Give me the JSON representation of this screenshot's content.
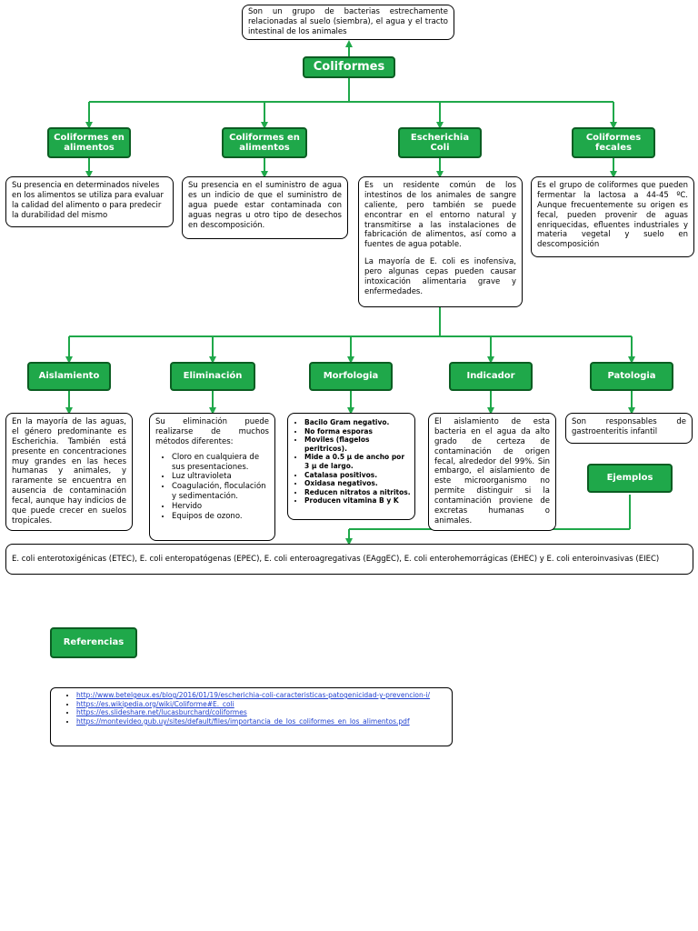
{
  "root": {
    "definition": "Son un grupo de bacterias estrechamente relacionadas al suelo (siembra), el agua y el tracto intestinal de los animales",
    "title": "Coliformes"
  },
  "level1": [
    {
      "title": "Coliformes en alimentos",
      "text": "Su presencia en determinados niveles en los alimentos se utiliza para evaluar la calidad del alimento o para predecir la durabilidad del mismo"
    },
    {
      "title": "Coliformes en alimentos",
      "text": "Su presencia en el suministro de agua es un indicio de que el suministro de agua puede estar contaminada con aguas negras u otro tipo de desechos en descomposición."
    },
    {
      "title": "Escherichia Coli",
      "text1": "Es un residente común de los intestinos de los animales de sangre caliente, pero también se puede encontrar en el entorno natural y transmitirse a las instalaciones de fabricación de alimentos, así como a fuentes de agua potable.",
      "text2": "La mayoría de E. coli es inofensiva, pero algunas cepas pueden causar intoxicación alimentaria grave y enfermedades."
    },
    {
      "title": "Coliformes fecales",
      "text": "Es el grupo de coliformes que pueden fermentar la lactosa a 44-45 ºC. Aunque frecuentemente su origen es fecal, pueden provenir de aguas enriquecidas, efluentes industriales y materia vegetal y suelo en descomposición"
    }
  ],
  "level2": {
    "aislamiento": {
      "title": "Aislamiento",
      "text": "En la mayoría de las aguas, el género predominante es Escherichia. También está presente en concentraciones muy grandes en las heces humanas y animales, y raramente se encuentra en ausencia de contaminación fecal, aunque hay indicios de que puede crecer en suelos tropicales."
    },
    "eliminacion": {
      "title": "Eliminación",
      "intro": "Su eliminación puede realizarse de muchos métodos diferentes:",
      "items": [
        "Cloro en cualquiera de sus presentaciones.",
        "Luz ultravioleta",
        "Coagulación, floculación y sedimentación.",
        "Hervido",
        "Equipos de ozono."
      ]
    },
    "morfologia": {
      "title": "Morfologia",
      "items": [
        "Bacilo Gram negativo.",
        "No forma esporas",
        "Moviles (flagelos peritricos).",
        "Mide a 0.5 µ de ancho por 3 µ de largo.",
        "Catalasa positivos.",
        "Oxidasa negativos.",
        "Reducen nitratos a nitritos.",
        "Producen vitamina B y K"
      ]
    },
    "indicador": {
      "title": "Indicador",
      "text": "El aislamiento de esta bacteria en el agua da alto grado de certeza de contaminación de origen fecal, alrededor del 99%. Sin embargo, el aislamiento de este microorganismo no permite distinguir si la contaminación proviene de excretas humanas o animales."
    },
    "patologia": {
      "title": "Patologia",
      "text": "Son responsables de gastroenteritis infantil"
    },
    "ejemplos": {
      "title": "Ejemplos",
      "text": "E. coli enterotoxigénicas (ETEC), E. coli enteropatógenas (EPEC), E. coli enteroagregativas (EAggEC), E. coli enterohemorrágicas (EHEC) y E. coli enteroinvasivas (EIEC)"
    }
  },
  "referencias": {
    "title": "Referencias",
    "links": [
      "http://www.betelgeux.es/blog/2016/01/19/escherichia-coli-caracteristicas-patogenicidad-y-prevencion-i/",
      "https://es.wikipedia.org/wiki/Coliforme#E._coli",
      "https://es.slideshare.net/lucasburchard/coliformes",
      "https://montevideo.gub.uy/sites/default/files/importancia_de_los_coliformes_en_los_alimentos.pdf"
    ]
  },
  "colors": {
    "node_fill": "#1fa84a",
    "node_border": "#0b5d22",
    "connector": "#1fa84a",
    "link": "#1f3fcf"
  }
}
